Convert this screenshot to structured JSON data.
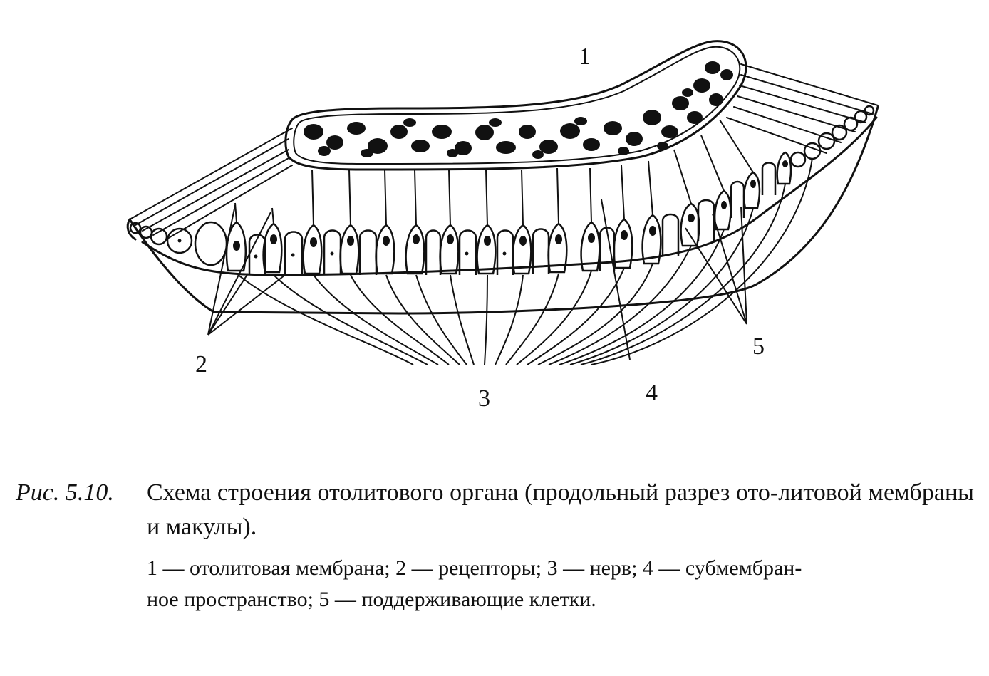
{
  "figure": {
    "labels": {
      "l1": "1",
      "l2": "2",
      "l3": "3",
      "l4": "4",
      "l5": "5"
    }
  },
  "caption": {
    "prefix": "Рис. 5.10.",
    "title": "Схема строения отолитового органа (продольный разрез ото-литовой мембраны и макулы).",
    "legend_line1": "1 — отолитовая мембрана; 2 — рецепторы; 3 — нерв; 4 — субмембран-",
    "legend_line2": "ное пространство; 5 — поддерживающие клетки."
  }
}
